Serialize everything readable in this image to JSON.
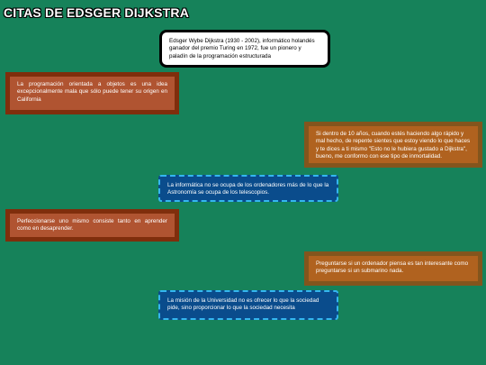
{
  "title": "CITAS DE EDSGER DIJKSTRA",
  "bio": "Edsger Wybe Dijkstra (1930 - 2002), informático holandés ganador del premio Turing en 1972, fue un pionero y paladín de la programación estructurada",
  "quotes": [
    "La programación orientada a objetos es una idea excepcionalmente mala que sólo puede tener su origen en California",
    "Si dentro de 10 años, cuando estés haciendo algo rápido y mal hecho, de repente sientes que estoy viendo lo que haces y te dices a ti mismo \"Esto no le hubiera gustado a Dijkstra\", bueno, me conformo con ese tipo de inmortalidad.",
    "La informática no se ocupa de los ordenadores más de lo que la Astronomía se ocupa de los telescopios.",
    "Perfeccionarse uno mismo consiste tanto en aprender como en desaprender.",
    "Preguntarse si un ordenador piensa es tan interesante como preguntarse si un submarino nada.",
    "La misión de la Universidad no es ofrecer lo que la sociedad pide, sino proporcionar lo que la sociedad necesita"
  ],
  "colors": {
    "background": "#16825a",
    "brick_fill": "#b05431",
    "brick_border": "#7f2e0c",
    "gold_fill": "#b0621f",
    "gold_border": "#83551d",
    "blue_fill": "#0a4c8c",
    "blue_border": "#34b6f0"
  }
}
